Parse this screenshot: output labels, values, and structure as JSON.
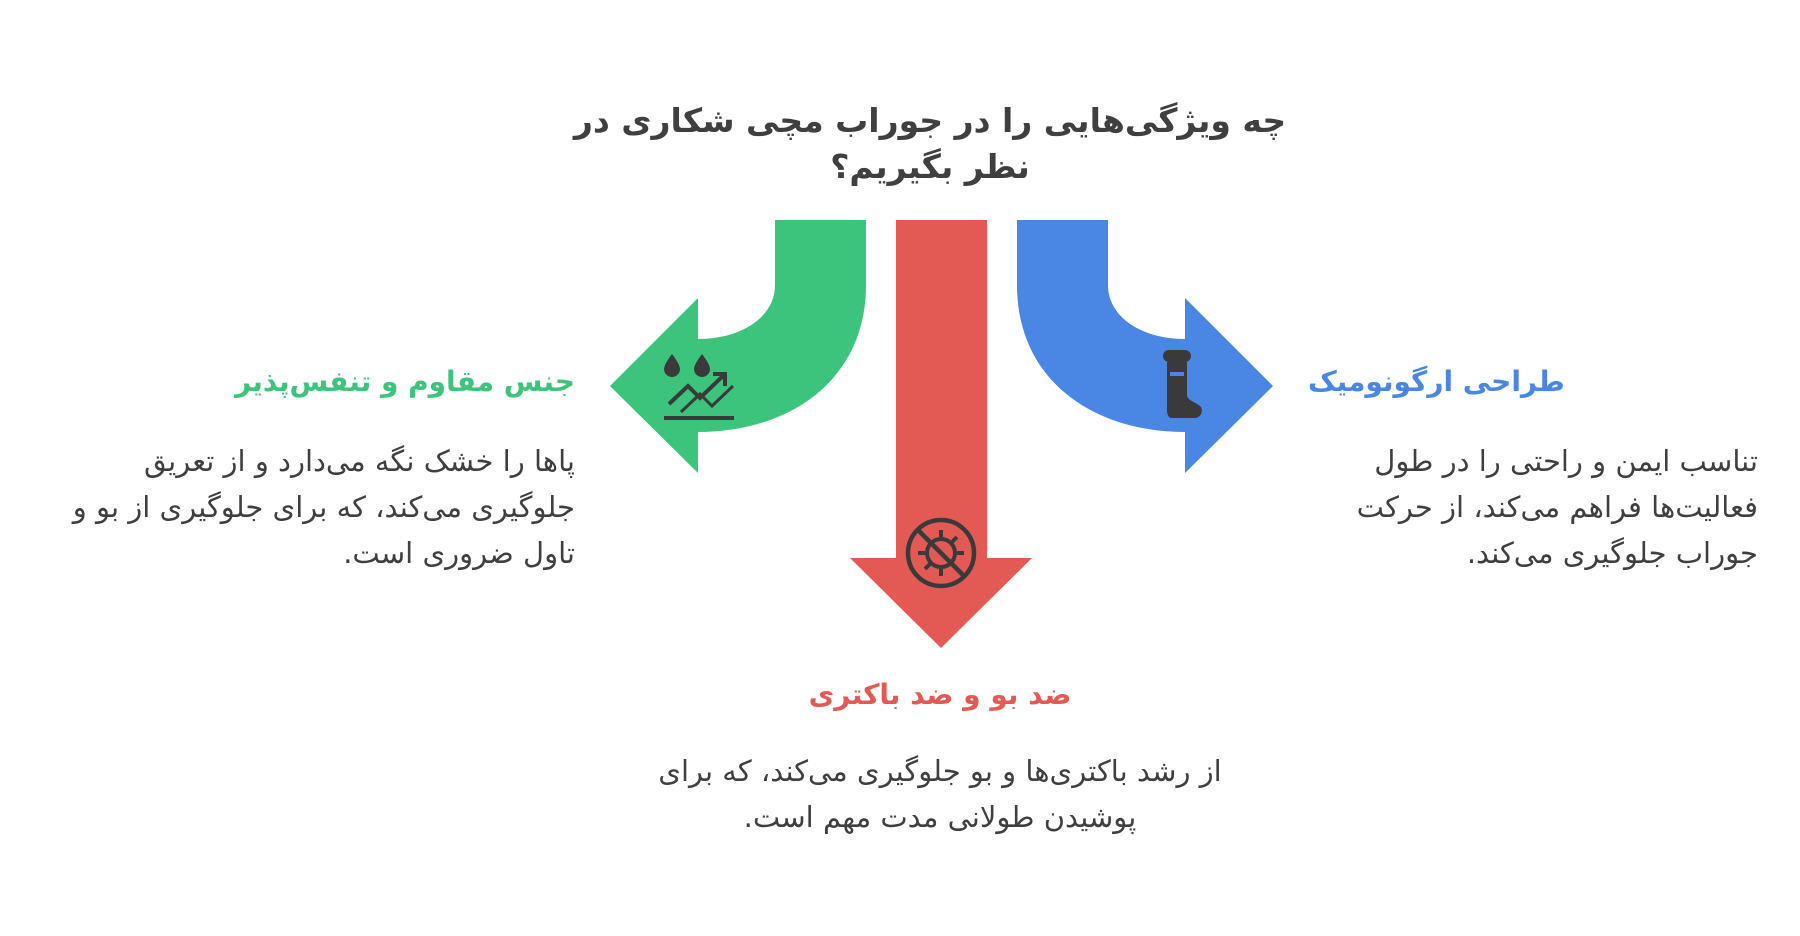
{
  "title": "چه ویژگی‌هایی را در جوراب مچی شکاری در نظر بگیریم؟",
  "colors": {
    "green": "#3cc47d",
    "red": "#e35a55",
    "blue": "#4a86e4",
    "text": "#3f3f3f",
    "icon": "#3a3a3a"
  },
  "items": [
    {
      "id": "material",
      "title": "جنس مقاوم و تنفس‌پذیر",
      "description": "پاها را خشک نگه می‌دارد و از تعریق جلوگیری می‌کند، که برای جلوگیری از بو و تاول ضروری است.",
      "icon": "water-drops-growth-icon",
      "color": "green"
    },
    {
      "id": "antibacterial",
      "title": "ضد بو و ضد باکتری",
      "description": "از رشد باکتری‌ها و بو جلوگیری می‌کند، که برای پوشیدن طولانی مدت مهم است.",
      "icon": "no-bacteria-icon",
      "color": "red"
    },
    {
      "id": "ergonomic",
      "title": "طراحی ارگونومیک",
      "description": "تناسب ایمن و راحتی را در طول فعالیت‌ها فراهم می‌کند، از حرکت جوراب جلوگیری می‌کند.",
      "icon": "sock-icon",
      "color": "blue"
    }
  ]
}
